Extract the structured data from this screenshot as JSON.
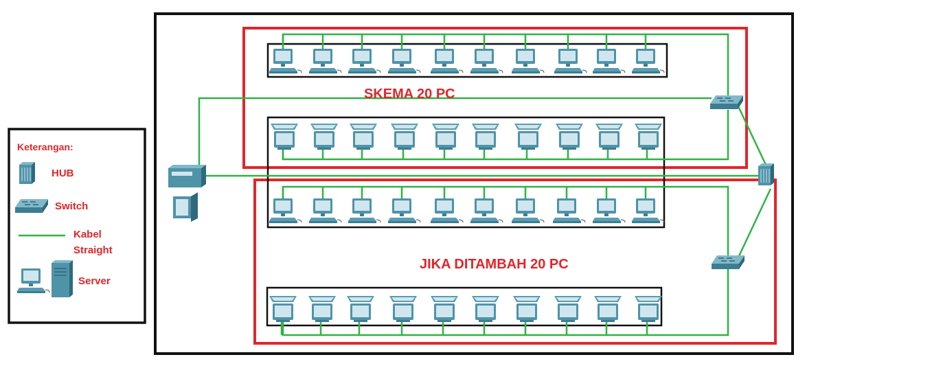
{
  "diagram": {
    "title_top": "SKEMA 20 PC",
    "title_bottom": "JIKA DITAMBAH 20 PC",
    "legend": {
      "heading": "Keterangan:",
      "hub": "HUB",
      "switch": "Switch",
      "cable_line1": "Kabel",
      "cable_line2": "Straight",
      "server": "Server"
    },
    "rows": [
      {
        "pc_count": 10,
        "style": "monitor-pc"
      },
      {
        "pc_count": 10,
        "style": "laptop-pc"
      },
      {
        "pc_count": 10,
        "style": "monitor-pc"
      },
      {
        "pc_count": 10,
        "style": "laptop-pc"
      }
    ],
    "colors": {
      "cable": "#2fb344",
      "frame_red": "#e0262b",
      "frame_black": "#111111",
      "device": "#4f93a8",
      "device_light": "#cfe6ee"
    },
    "icons": [
      "pc-icon",
      "laptop-pc-icon",
      "hub-icon",
      "switch-icon",
      "server-icon",
      "cable-line"
    ]
  }
}
